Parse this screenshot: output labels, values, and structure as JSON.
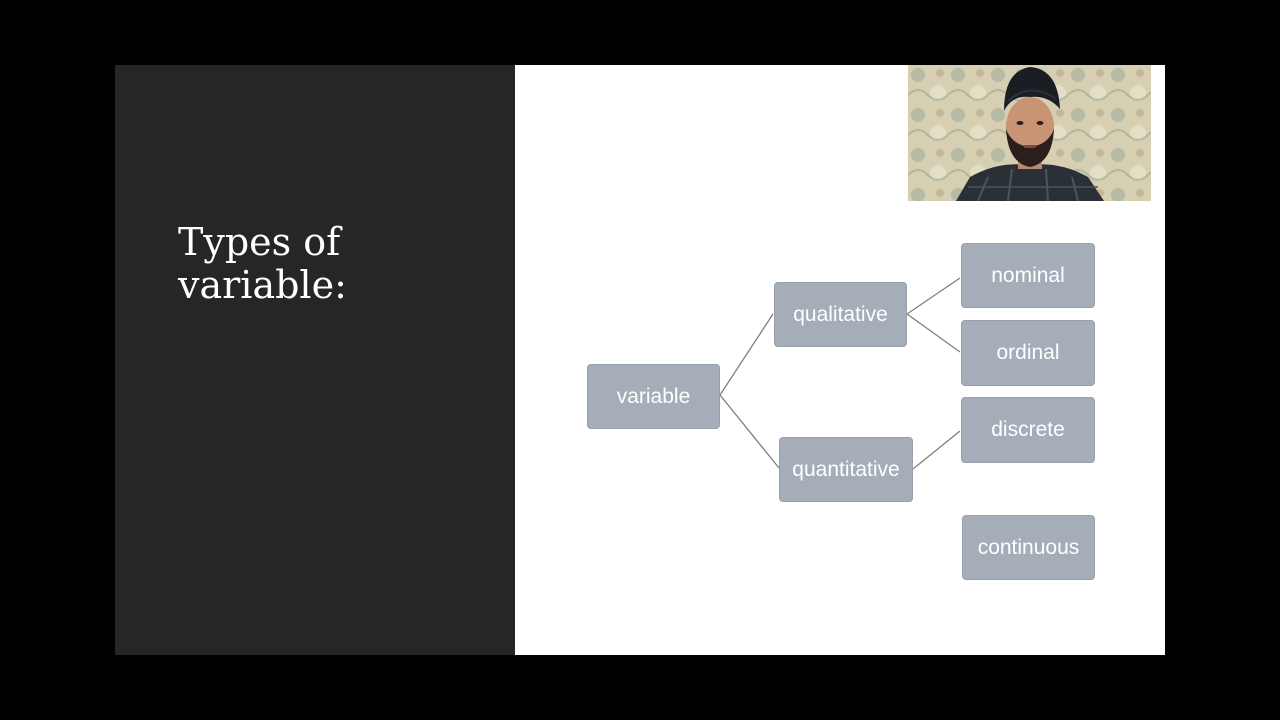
{
  "slide": {
    "title": "Types of variable:"
  },
  "diagram": {
    "nodes": {
      "variable": "variable",
      "qualitative": "qualitative",
      "quantitative": "quantitative",
      "nominal": "nominal",
      "ordinal": "ordinal",
      "discrete": "discrete",
      "continuous": "continuous"
    },
    "edges": [
      [
        "variable",
        "qualitative"
      ],
      [
        "variable",
        "quantitative"
      ],
      [
        "qualitative",
        "nominal"
      ],
      [
        "qualitative",
        "ordinal"
      ],
      [
        "quantitative",
        "discrete"
      ]
    ]
  },
  "colors": {
    "node_fill": "#a5adb9",
    "node_text": "#ffffff",
    "connector": "#7f7f7f",
    "left_panel": "#262626"
  },
  "overlay": {
    "webcam_icon": "presenter-webcam-feed"
  }
}
